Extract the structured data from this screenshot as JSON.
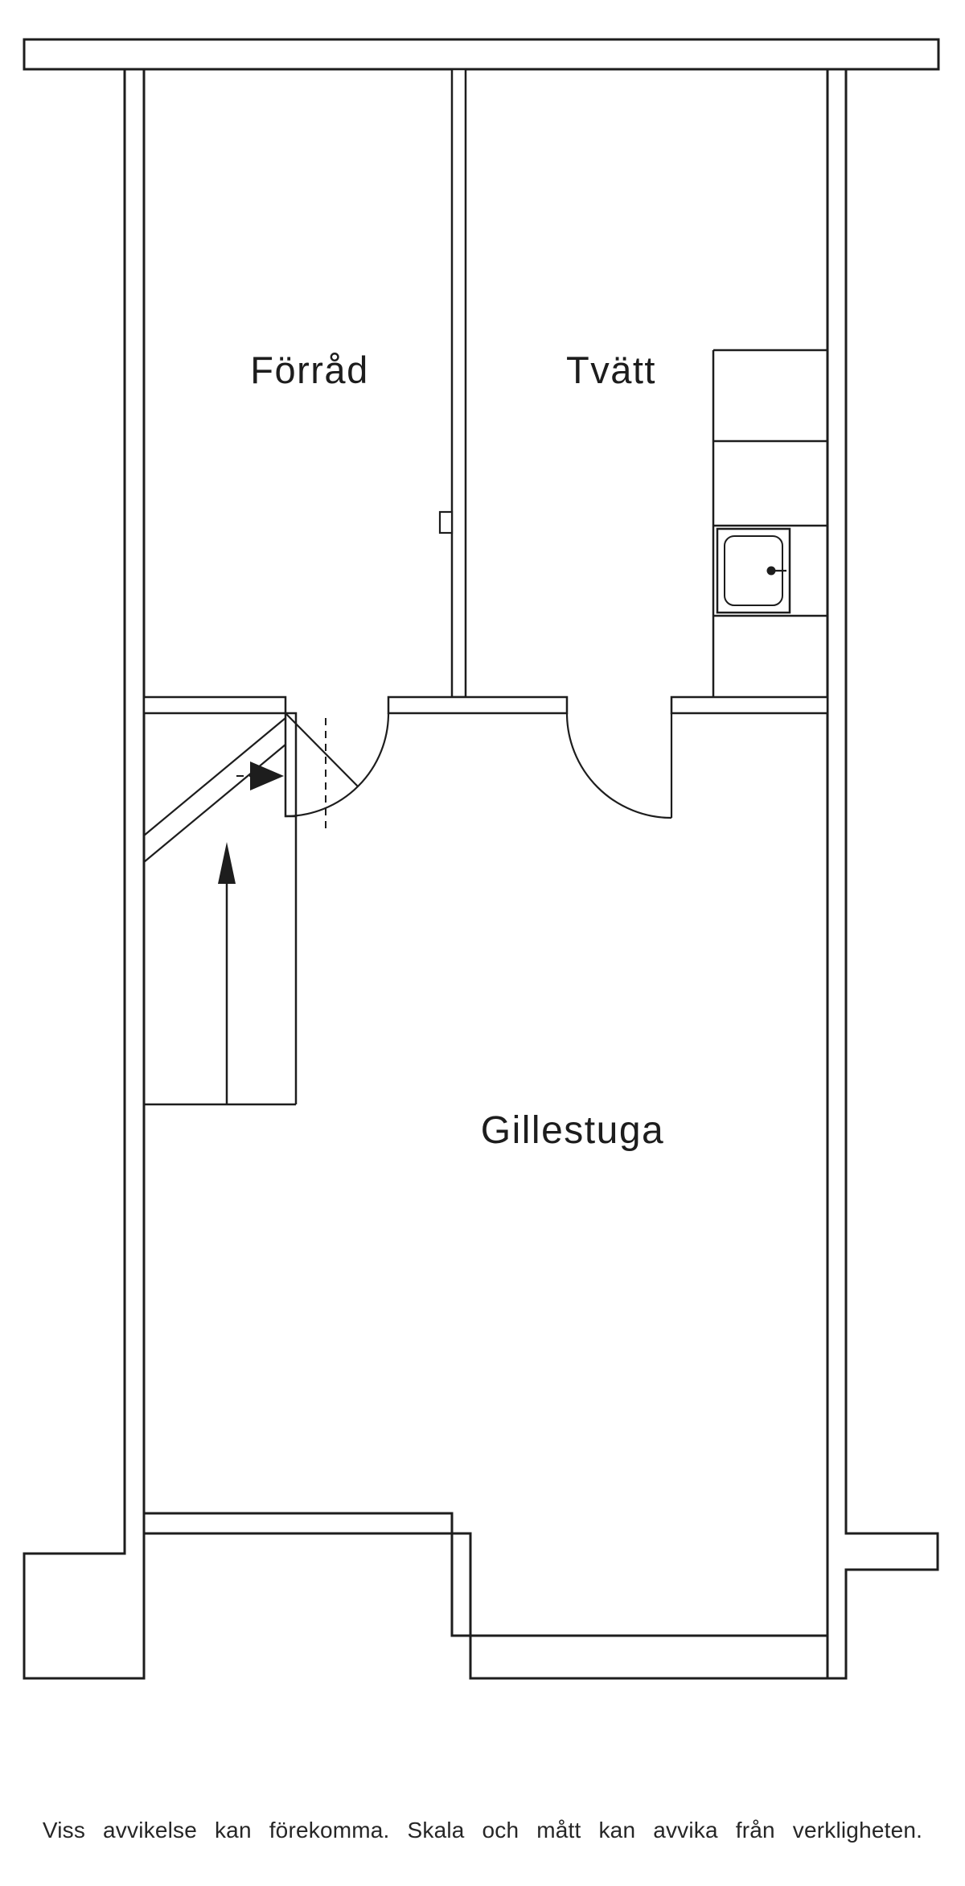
{
  "colors": {
    "background": "#ffffff",
    "line": "#1d1d1d",
    "text": "#1d1d1d"
  },
  "floor_plan": {
    "rooms": [
      {
        "id": "forrad",
        "label": "Förråd"
      },
      {
        "id": "tvatt",
        "label": "Tvätt"
      },
      {
        "id": "gillestuga",
        "label": "Gillestuga"
      }
    ],
    "fixtures": {
      "sink": "laundry-sink-icon",
      "counter_sections": 4
    },
    "stairs": {
      "ascend_arrow": "arrow-up-icon",
      "turn_arrow": "arrow-right-icon"
    },
    "door_count": 2
  },
  "footer": {
    "disclaimer": "Viss avvikelse kan förekomma. Skala och mått kan avvika från verkligheten."
  }
}
